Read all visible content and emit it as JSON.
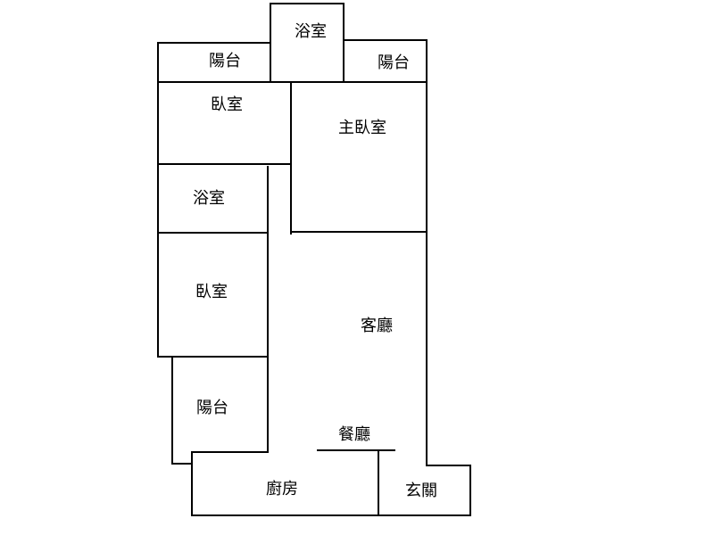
{
  "floor_plan": {
    "line_color": "#000000",
    "background": "#ffffff",
    "rooms": {
      "balcony_top_left": "陽台",
      "bathroom_top": "浴室",
      "balcony_top_right": "陽台",
      "bedroom_upper": "臥室",
      "master_bedroom": "主臥室",
      "bathroom_middle": "浴室",
      "bedroom_lower": "臥室",
      "living_room": "客廳",
      "balcony_bottom": "陽台",
      "dining_room": "餐廳",
      "kitchen": "廚房",
      "entrance": "玄關"
    }
  }
}
